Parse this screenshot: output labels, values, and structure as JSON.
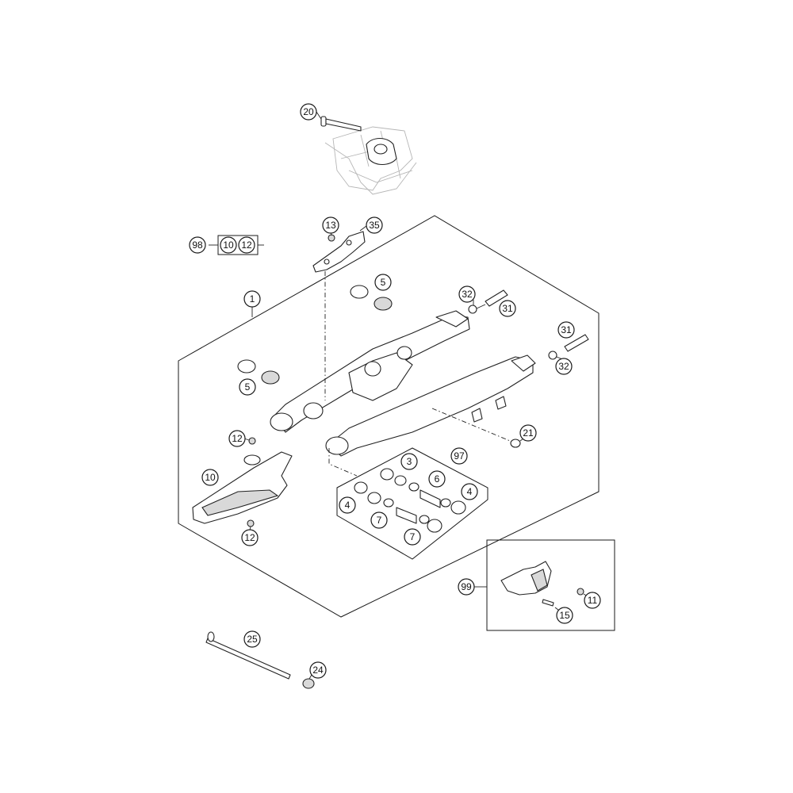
{
  "callouts": {
    "c20": "20",
    "c13": "13",
    "c35": "35",
    "c98": "98",
    "c98_10": "10",
    "c98_12": "12",
    "c5_top": "5",
    "c1": "1",
    "c32_top": "32",
    "c31_top": "31",
    "c31_right": "31",
    "c32_right": "32",
    "c5_left": "5",
    "c21": "21",
    "c12_top": "12",
    "c10": "10",
    "c12_bottom": "12",
    "c97": "97",
    "c3": "3",
    "c6": "6",
    "c4_right": "4",
    "c4_left": "4",
    "c7_left": "7",
    "c7_right": "7",
    "c99": "99",
    "c11": "11",
    "c15": "15",
    "c25": "25",
    "c24": "24"
  }
}
